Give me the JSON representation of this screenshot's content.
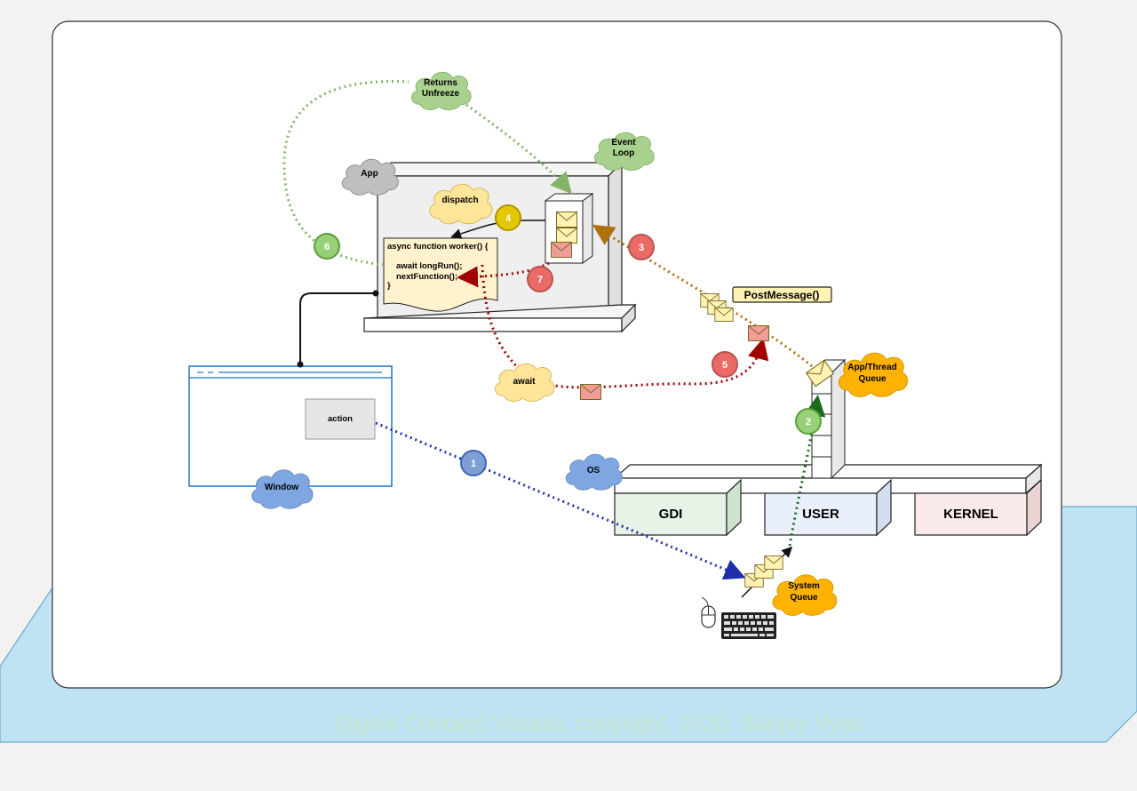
{
  "clouds": {
    "returns_unfreeze_line1": "Returns",
    "returns_unfreeze_line2": "Unfreeze",
    "event_loop_line1": "Event",
    "event_loop_line2": "Loop",
    "app": "App",
    "dispatch": "dispatch",
    "await": "await",
    "window": "Window",
    "os": "OS",
    "app_thread_queue_line1": "App/Thread",
    "app_thread_queue_line2": "Queue",
    "system_queue_line1": "System",
    "system_queue_line2": "Queue"
  },
  "code": {
    "line1": "async function worker() {",
    "line2": "await longRun();",
    "line3": "nextFunction();",
    "line4": "}"
  },
  "window": {
    "action_button": "action"
  },
  "os_blocks": {
    "gdi": "GDI",
    "user": "USER",
    "kernel": "KERNEL"
  },
  "postmessage": "PostMessage()",
  "steps": [
    "1",
    "2",
    "3",
    "4",
    "5",
    "6",
    "7"
  ],
  "footer": "Digital Concept Visuals, copyright, 2020. Sanjay Vyas",
  "colors": {
    "step_blue": "#7e9fd4",
    "step_green": "#97d077",
    "step_red": "#ea6b66",
    "step_yellow": "#e3c800",
    "cloud_green": "#a9d18e",
    "cloud_gray": "#bfbfbf",
    "cloud_yellow": "#ffe599",
    "cloud_blue": "#7ea6e0",
    "cloud_orange": "#ffb300",
    "envelope": "#fff2b3",
    "envelope_red": "#f19c99"
  }
}
